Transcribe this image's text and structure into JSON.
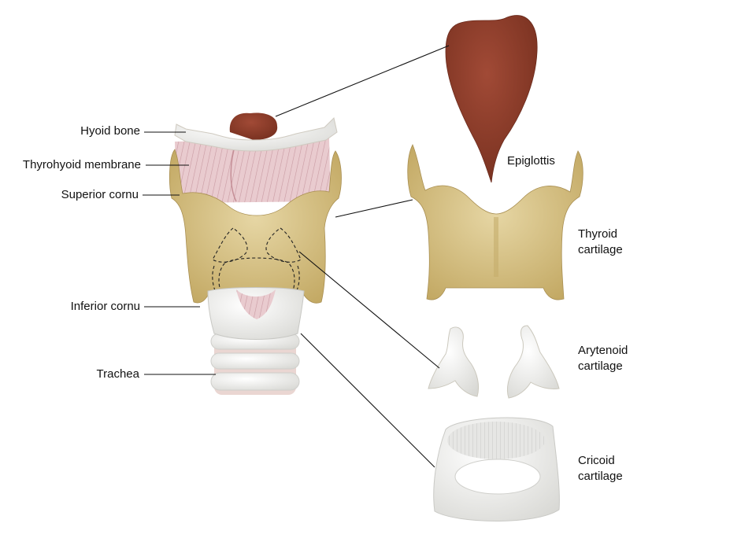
{
  "colors": {
    "thyroid": "#d9c48a",
    "thyroid_shade": "#b89e5c",
    "membrane": "#e8c8cc",
    "hyoid": "#ece9df",
    "epiglottis": "#8f3e2c",
    "cartilage_white": "#f1f1ef",
    "trachea": "#eddcd8"
  },
  "labels": {
    "hyoid_bone": "Hyoid bone",
    "thyrohyoid_membrane": "Thyrohyoid membrane",
    "superior_cornu": "Superior cornu",
    "inferior_cornu": "Inferior cornu",
    "trachea": "Trachea",
    "epiglottis": "Epiglottis",
    "thyroid_line1": "Thyroid",
    "thyroid_line2": "cartilage",
    "arytenoid_line1": "Arytenoid",
    "arytenoid_line2": "cartilage",
    "cricoid_line1": "Cricoid",
    "cricoid_line2": "cartilage"
  }
}
